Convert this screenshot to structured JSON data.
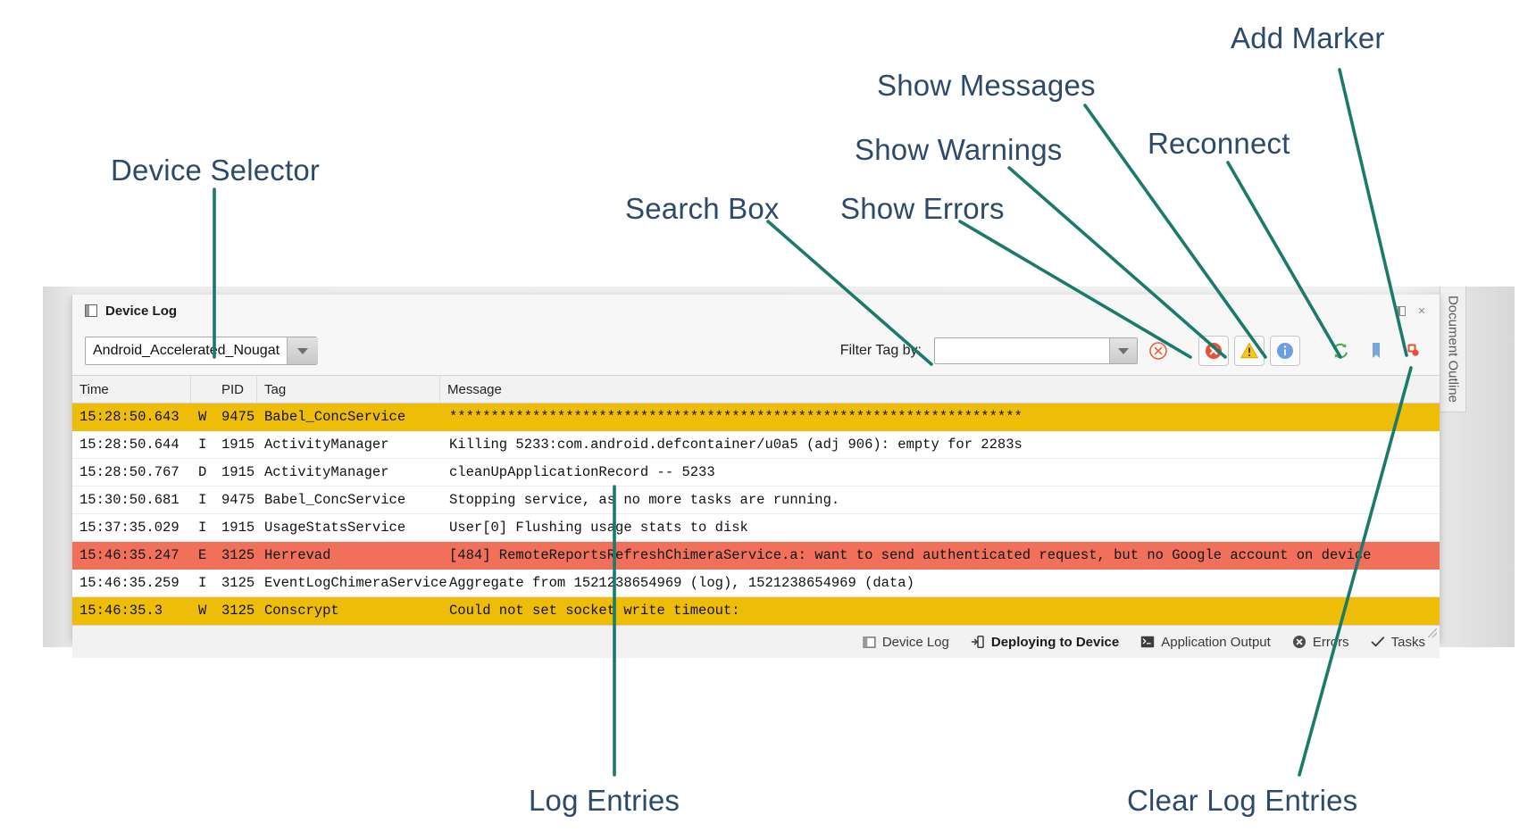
{
  "annotations": {
    "color": "#2e4a6b",
    "line_color": "#1a7a6b",
    "items": [
      {
        "id": "device-selector",
        "label": "Device Selector"
      },
      {
        "id": "search-box",
        "label": "Search Box"
      },
      {
        "id": "show-errors",
        "label": "Show Errors"
      },
      {
        "id": "show-warnings",
        "label": "Show Warnings"
      },
      {
        "id": "show-messages",
        "label": "Show Messages"
      },
      {
        "id": "reconnect",
        "label": "Reconnect"
      },
      {
        "id": "add-marker",
        "label": "Add Marker"
      },
      {
        "id": "log-entries",
        "label": "Log Entries"
      },
      {
        "id": "clear-log-entries",
        "label": "Clear Log Entries"
      }
    ]
  },
  "ide": {
    "outline_tab_label": "Document Outline"
  },
  "panel": {
    "title": "Device Log",
    "title_icon": "panel-icon",
    "restore_icon": "restore-icon",
    "close_icon": "close-icon",
    "close_glyph": "×"
  },
  "toolbar": {
    "device_selector": {
      "value": "Android_Accelerated_Nougat",
      "dropdown_icon": "chevron-down-icon"
    },
    "filter_label": "Filter Tag by:",
    "filter_value": "",
    "filter_placeholder": "",
    "filter_dropdown_icon": "chevron-down-icon",
    "buttons": [
      {
        "id": "clear-filter",
        "icon": "circle-x-outline-icon",
        "title": "Clear filter"
      },
      {
        "id": "show-errors",
        "icon": "error-circle-icon",
        "title": "Show Errors"
      },
      {
        "id": "show-warnings",
        "icon": "warning-triangle-icon",
        "title": "Show Warnings"
      },
      {
        "id": "show-messages",
        "icon": "info-circle-icon",
        "title": "Show Messages"
      },
      {
        "id": "reconnect",
        "icon": "refresh-icon",
        "title": "Reconnect"
      },
      {
        "id": "add-marker",
        "icon": "bookmark-icon",
        "title": "Add Marker"
      },
      {
        "id": "clear-log",
        "icon": "clear-log-icon",
        "title": "Clear Log Entries"
      }
    ]
  },
  "log_table": {
    "columns": [
      "Time",
      "",
      "PID",
      "Tag",
      "Message"
    ],
    "rows": [
      {
        "time": "15:28:50.643",
        "level": "W",
        "pid": "9475",
        "tag": "Babel_ConcService",
        "message": "*********************************************************************",
        "severity": "warn"
      },
      {
        "time": "15:28:50.644",
        "level": "I",
        "pid": "1915",
        "tag": "ActivityManager",
        "message": "Killing 5233:com.android.defcontainer/u0a5 (adj 906): empty for 2283s",
        "severity": "info"
      },
      {
        "time": "15:28:50.767",
        "level": "D",
        "pid": "1915",
        "tag": "ActivityManager",
        "message": "cleanUpApplicationRecord -- 5233",
        "severity": "info"
      },
      {
        "time": "15:30:50.681",
        "level": "I",
        "pid": "9475",
        "tag": "Babel_ConcService",
        "message": "Stopping service, as no more tasks are running.",
        "severity": "info"
      },
      {
        "time": "15:37:35.029",
        "level": "I",
        "pid": "1915",
        "tag": "UsageStatsService",
        "message": "User[0] Flushing usage stats to disk",
        "severity": "info"
      },
      {
        "time": "15:46:35.247",
        "level": "E",
        "pid": "3125",
        "tag": "Herrevad",
        "message": "[484] RemoteReportsRefreshChimeraService.a: want to send authenticated request, but no Google account on device",
        "severity": "error"
      },
      {
        "time": "15:46:35.259",
        "level": "I",
        "pid": "3125",
        "tag": "EventLogChimeraService",
        "message": "Aggregate from 1521238654969 (log), 1521238654969 (data)",
        "severity": "info"
      },
      {
        "time": "15:46:35.3",
        "level": "W",
        "pid": "3125",
        "tag": "Conscrypt",
        "message": "Could not set socket write timeout:",
        "severity": "warn"
      }
    ],
    "colors": {
      "warn": "#eebd08",
      "error": "#f1705a",
      "normal": "#ffffff"
    }
  },
  "statusbar": {
    "items": [
      {
        "id": "device-log",
        "label": "Device Log",
        "icon": "panel-icon",
        "active": false
      },
      {
        "id": "deploying-to-device",
        "label": "Deploying to Device",
        "icon": "deploy-icon",
        "active": true
      },
      {
        "id": "application-output",
        "label": "Application Output",
        "icon": "terminal-icon",
        "active": false
      },
      {
        "id": "errors",
        "label": "Errors",
        "icon": "error-badge-icon",
        "active": false
      },
      {
        "id": "tasks",
        "label": "Tasks",
        "icon": "check-icon",
        "active": false
      }
    ]
  }
}
